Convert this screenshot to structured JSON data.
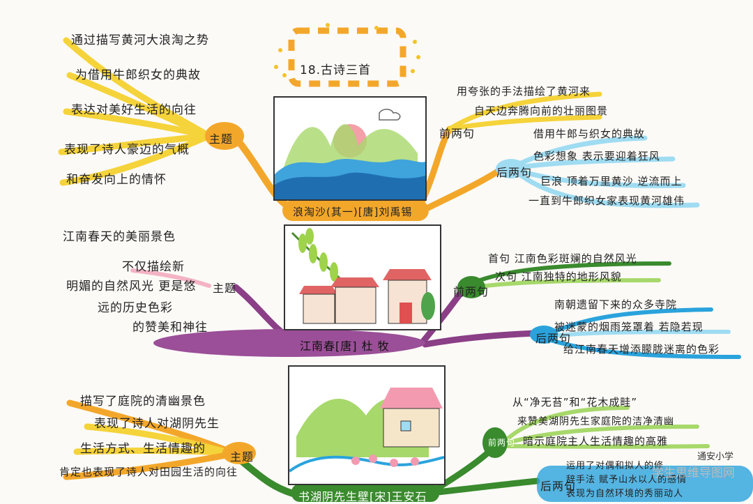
{
  "header": {
    "title": "18.古诗三首"
  },
  "poem1": {
    "title": "浪淘沙(其一)[唐]刘禹锡",
    "theme_label": "主题",
    "theme_lines": [
      "通过描写黄河大浪淘之势",
      "为借用牛郎织女的典故",
      "表达对美好生活的向往",
      "表现了诗人豪迈的气概",
      "和奋发向上的情怀"
    ],
    "first_label": "前两句",
    "first_lines": [
      "用夸张的手法描绘了黄河来",
      "自天边奔腾向前的壮丽图景"
    ],
    "second_label": "后两句",
    "second_lines": [
      "借用牛郎与织女的典故",
      "色彩想象 表示要迎着狂风",
      "巨浪 顶着万里黄沙 逆流而上",
      "一直到牛郎织女家表现黄河雄伟"
    ]
  },
  "poem2": {
    "title": "江南春[唐] 杜 牧",
    "theme_label": "主题",
    "theme_lines": [
      "江南春天的美丽景色",
      "不仅描绘新",
      "明媚的自然风光 更是悠",
      "远的历史色彩",
      "的赞美和神往"
    ],
    "first_label": "前两句",
    "first_lines": [
      "首句 江南色彩斑斓的自然风光",
      "次句 江南独特的地形风貌"
    ],
    "second_label": "后两句",
    "second_lines": [
      "南朝遗留下来的众多寺院",
      "被迷蒙的烟雨笼罩着 若隐若现",
      "给江南春天增添朦胧迷离的色彩"
    ]
  },
  "poem3": {
    "title": "书湖阴先生壁[宋]王安石",
    "theme_label": "主题",
    "theme_lines": [
      "描写了庭院的清幽景色",
      "表现了诗人对湖阴先生",
      "生活方式、生活情趣的",
      "肯定也表现了诗人对田园生活的向往"
    ],
    "first_label": "前两句",
    "first_lines": [
      "从“净无苔”和“花木成畦”",
      "来赞美湖阴先生家庭院的洁净清幽",
      "暗示庭院主人生活情趣的高雅"
    ],
    "second_label": "后两句",
    "second_lines": [
      "运用了对偶和拟人的修",
      "辞手法 赋予山水以人的感情",
      "表现为自然环境的秀丽动人"
    ]
  },
  "watermarks": [
    "学生思维导图网",
    "通安小学"
  ],
  "colors": {
    "yellow": "#f5d33a",
    "orange": "#f3a72a",
    "purple": "#8a3f86",
    "green": "#3a8a2e",
    "blue": "#2aa3dc",
    "lightgreen": "#a7d86b",
    "pink": "#f4b3c5",
    "lightblue": "#9fdcf2"
  }
}
